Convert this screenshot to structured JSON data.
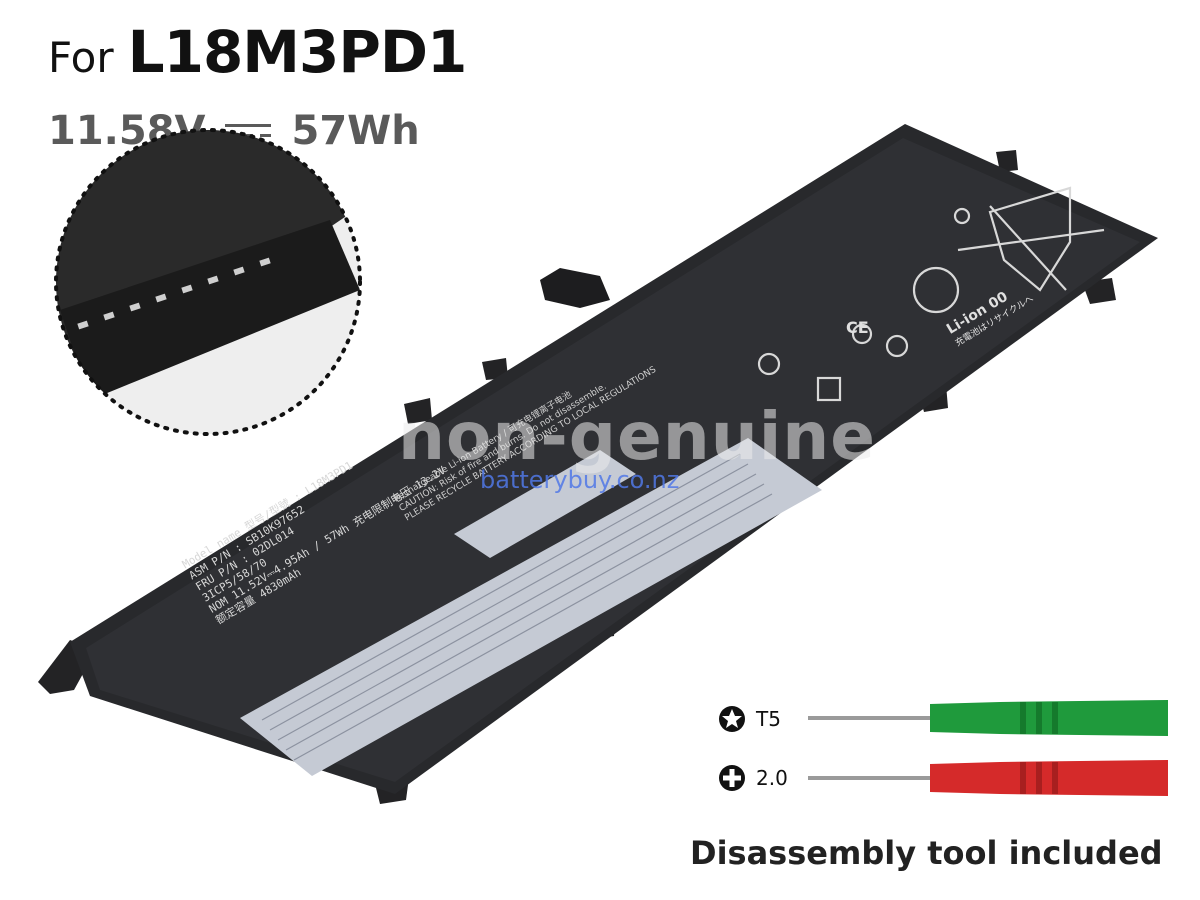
{
  "header": {
    "for_label": "For",
    "model": "L18M3PD1",
    "voltage": "11.58V",
    "energy": "57Wh"
  },
  "watermark": {
    "line1": "non-genuine",
    "line2": "batterybuy.co.nz"
  },
  "label": {
    "line1": "Model name 型号/型號    : L18M3PD1",
    "line2": "ASM P/N                  : SB10K97652",
    "line3": "FRU P/N                  : 02DL014",
    "line4": "3ICP5/58/70",
    "line5": "NOM 11.52V⎓4.95Ah / 57Wh  充电限制电压 13.2V",
    "line6": "额定容量 4830mAh",
    "top_line": "Rechargeable Li-ion Battery / 可充电锂离子电池",
    "caution": "CAUTION: Risk of fire and burns. Do not disassemble.",
    "please": "PLEASE RECYCLE BATTERY ACCORDING TO LOCAL REGULATIONS",
    "li_ion": "Li-ion 00",
    "recycle_jp": "充電池はリサイクルへ",
    "ce_mark": "CE"
  },
  "tools": [
    {
      "label": "T5",
      "icon": "torx-icon",
      "handle_color": "#1f9a3c"
    },
    {
      "label": "2.0",
      "icon": "phillips-icon",
      "handle_color": "#d52a2a"
    }
  ],
  "footer": {
    "note": "Disassembly tool included"
  }
}
